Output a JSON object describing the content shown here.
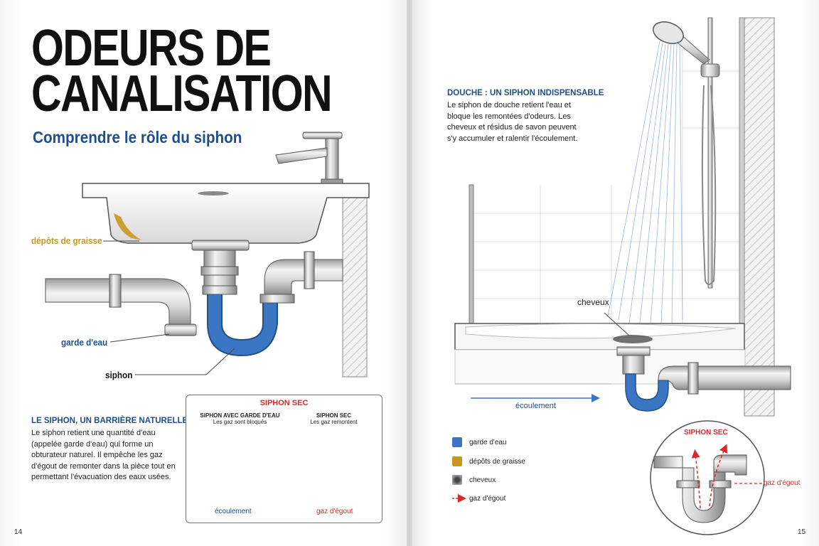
{
  "left_page": {
    "title_line1": "ODEURS DE",
    "title_line2": "CANALISATION",
    "subtitle": "Comprendre le rôle du siphon",
    "labels": {
      "grease": "dépôts de graisse",
      "water_seal": "garde d'eau",
      "trap": "siphon"
    },
    "section": {
      "heading": "LE SIPHON, UN BARRIÈRE NATURELLE",
      "body": "Le siphon retient une quantité d'eau (appelée garde d'eau) qui forme un obturateur naturel. Il empêche les gaz d'égout de remonter dans la pièce tout en permettant l'évacuation des eaux usées."
    },
    "box": {
      "title": "SIPHON SEC",
      "left_head": "SIPHON AVEC GARDE D'EAU",
      "left_sub": "Les gaz sont bloqués",
      "left_label": "écoulement",
      "right_head": "SIPHON SEC",
      "right_sub": "Les gaz remontent",
      "right_label": "gaz d'égout"
    },
    "page_number": "14"
  },
  "right_page": {
    "section": {
      "heading": "DOUCHE : UN SIPHON INDISPENSABLE",
      "body": "Le siphon de douche retient l'eau et bloque les remontées d'odeurs. Les cheveux et résidus de savon peuvent s'y accumuler et ralentir l'écoulement."
    },
    "labels": {
      "hair": "cheveux",
      "flow": "écoulement"
    },
    "legend": [
      {
        "label": "garde d'eau",
        "color": "#3b76c4"
      },
      {
        "label": "dépôts de graisse",
        "color": "#c9971f"
      },
      {
        "label": "cheveux",
        "color": "#555555"
      },
      {
        "label": "gaz d'égout",
        "color": "#d62b2b"
      }
    ],
    "inset": {
      "title": "SIPHON SEC",
      "label": "gaz d'égout"
    },
    "page_number": "15"
  },
  "colors": {
    "accent_blue": "#1f4e8c",
    "water_blue": "#3b76c4",
    "grease_gold": "#c9971f",
    "gas_red": "#d62b2b"
  }
}
